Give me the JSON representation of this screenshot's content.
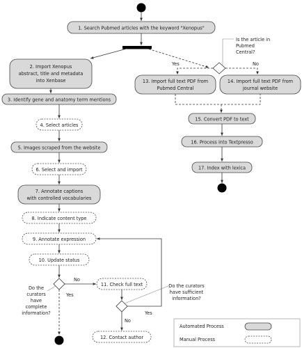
{
  "nodes": {
    "n1": "1. Search Pubmed articles with the keyword \"Xenopus\"",
    "n2a": "2. Import Xenopus",
    "n2b": "abstract, title and metadata",
    "n2c": "into Xenbase",
    "n3": "3. Identify gene and anatomy term mentions",
    "n4": "4. Select articles",
    "n5": "5. Images scraped from the website",
    "n6": "6. Select and import",
    "n7a": "7. Annotate captions",
    "n7b": "with controlled vocabularies",
    "n8": "8. Indicate content type",
    "n9": "9. Annotate expression",
    "n10": "10. Update status",
    "n11": "11. Check full text",
    "n12": "12. Contact author",
    "n13a": "13. Import full text PDF from",
    "n13b": "Pubmed Central",
    "n14a": "14. Import full text PDF from",
    "n14b": "journal website",
    "n15": "15. Convert PDF to text",
    "n16": "16. Process into Textpresso",
    "n17": "17. Index with lexica"
  },
  "questions": {
    "pmc": [
      "Is the article in",
      "Pubmed",
      "Central?"
    ],
    "complete": [
      "Do the",
      "curators",
      "have",
      "complete",
      "information?"
    ],
    "sufficient": [
      "Do the curators",
      "have sufficient",
      "information?"
    ]
  },
  "branches": {
    "yes": "Yes",
    "no": "No"
  },
  "legend": {
    "automated": "Automated Process",
    "manual": "Manual Process"
  }
}
